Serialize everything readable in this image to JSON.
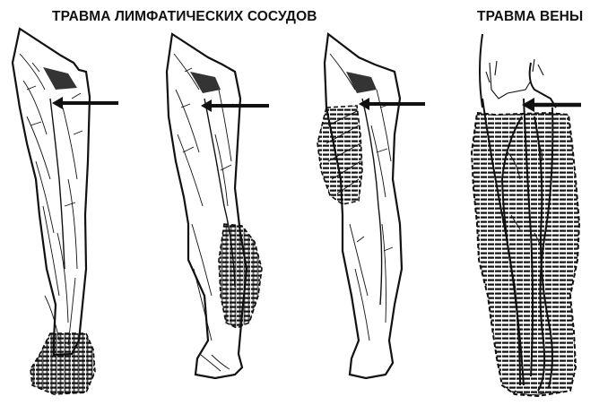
{
  "titles": {
    "lymphatic": "ТРАВМА ЛИМФАТИЧЕСКИХ СОСУДОВ",
    "vein": "ТРАВМА ВЕНЫ"
  },
  "panels": [
    {
      "id": "leg-1",
      "group": "lymphatic",
      "injury_site": "groin",
      "edema_zone": "foot"
    },
    {
      "id": "leg-2",
      "group": "lymphatic",
      "injury_site": "groin",
      "edema_zone": "calf"
    },
    {
      "id": "leg-3",
      "group": "lymphatic",
      "injury_site": "groin",
      "edema_zone": "thigh"
    },
    {
      "id": "leg-4",
      "group": "vein",
      "injury_site": "groin",
      "edema_zone": "entire leg below groin"
    }
  ],
  "colors": {
    "ink": "#111111",
    "background": "#ffffff"
  }
}
